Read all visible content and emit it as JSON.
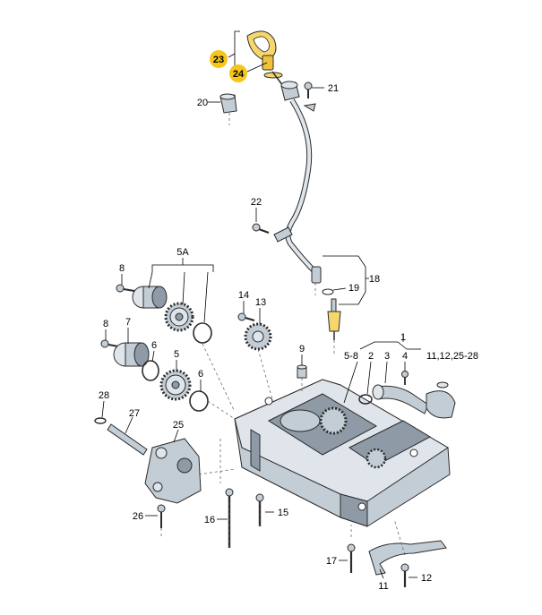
{
  "diagram": {
    "highlight_color": "#f5c518",
    "part_color": "#c3cdd6",
    "part_dark": "#8e9aa6",
    "callouts": {
      "c23": "23",
      "c24": "24",
      "c20": "20",
      "c21": "21",
      "c22": "22",
      "c18": "18",
      "c19": "19",
      "c5a": "5A",
      "c8a": "8",
      "c8b": "8",
      "c7": "7",
      "c6a": "6",
      "c6b": "6",
      "c5": "5",
      "c14": "14",
      "c13": "13",
      "c9": "9",
      "c1": "1",
      "c58": "5-8",
      "c2": "2",
      "c3": "3",
      "c4": "4",
      "c11range": "11,12,25-28",
      "c28": "28",
      "c27": "27",
      "c25": "25",
      "c26": "26",
      "c16": "16",
      "c15": "15",
      "c17": "17",
      "c11": "11",
      "c12": "12"
    }
  }
}
